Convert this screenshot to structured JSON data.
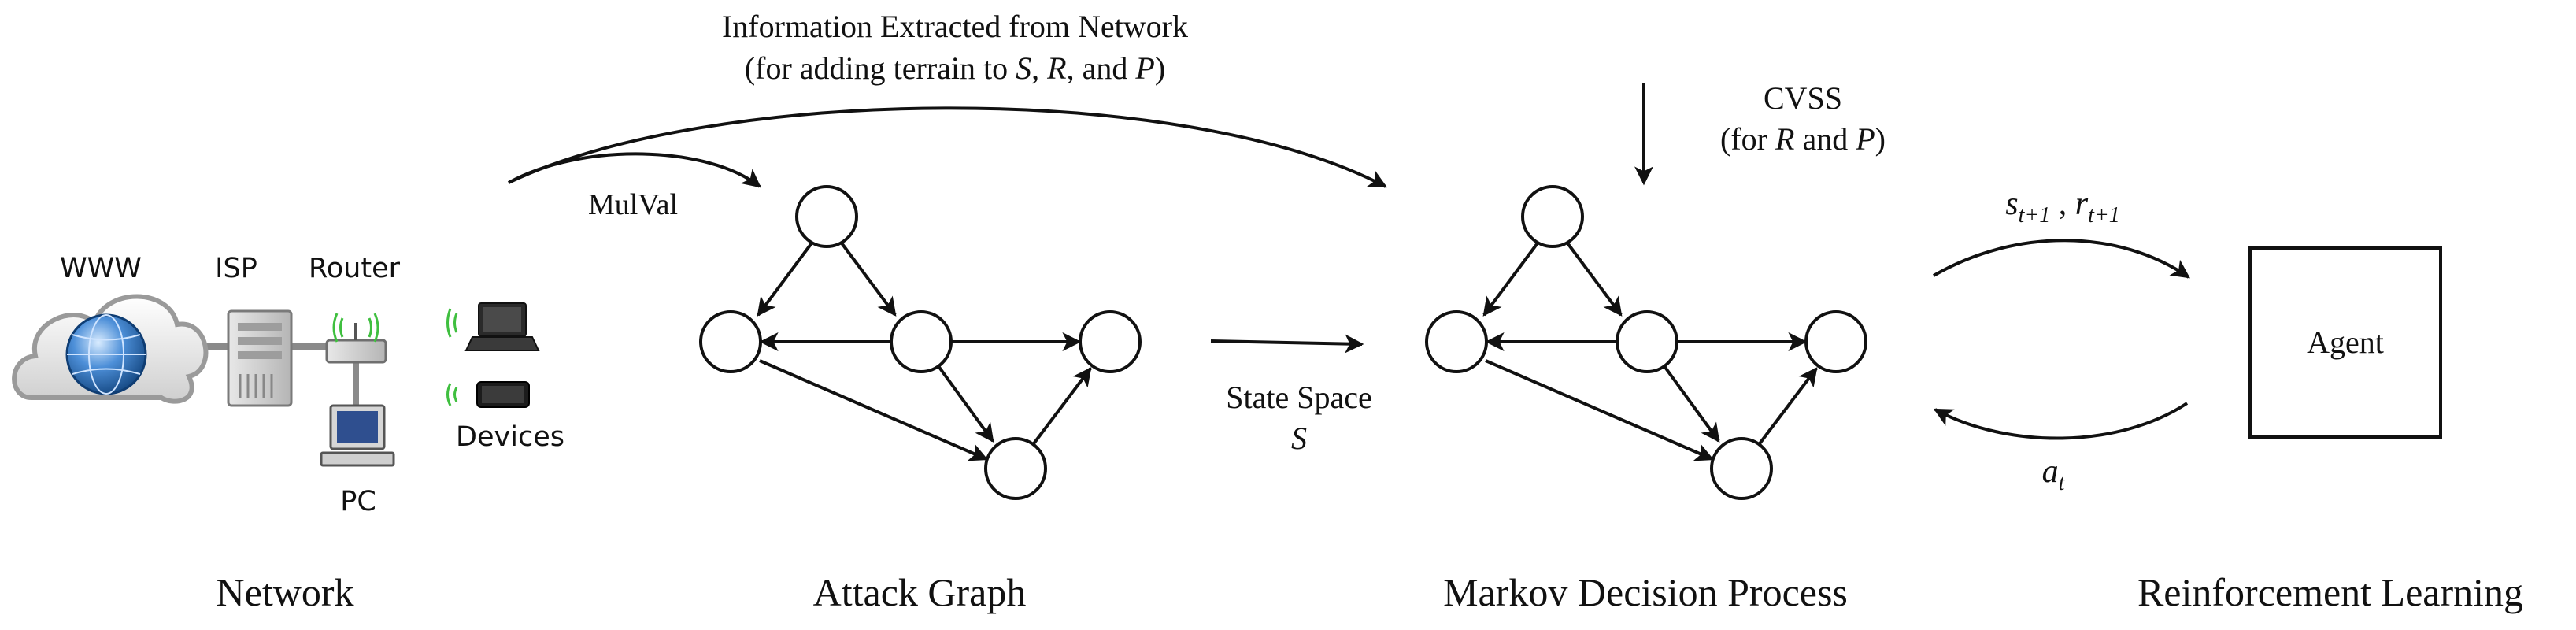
{
  "network": {
    "title": "Network",
    "labels": {
      "www": "WWW",
      "isp": "ISP",
      "router": "Router",
      "pc": "PC",
      "devices": "Devices"
    }
  },
  "top_annotation": {
    "line1": "Information Extracted from Network",
    "line2_prefix": "(for adding terrain to ",
    "line2_s": "S",
    "line2_comma1": ", ",
    "line2_r": "R",
    "line2_and": ", and ",
    "line2_p": "P",
    "line2_suffix": ")"
  },
  "mulval_label": "MulVal",
  "attack_graph": {
    "title": "Attack Graph"
  },
  "state_space": {
    "line1": "State Space",
    "symbol": "S"
  },
  "cvss": {
    "line1": "CVSS",
    "line2_prefix": "(for ",
    "line2_r": "R",
    "line2_and": " and ",
    "line2_p": "P",
    "line2_suffix": ")"
  },
  "mdp": {
    "title": "Markov Decision Process"
  },
  "rl": {
    "title": "Reinforcement Learning",
    "agent": "Agent",
    "state_symbol": "s",
    "state_sub": "t+1",
    "comma": " , ",
    "reward_symbol": "r",
    "reward_sub": "t+1",
    "action_symbol": "a",
    "action_sub": "t"
  }
}
